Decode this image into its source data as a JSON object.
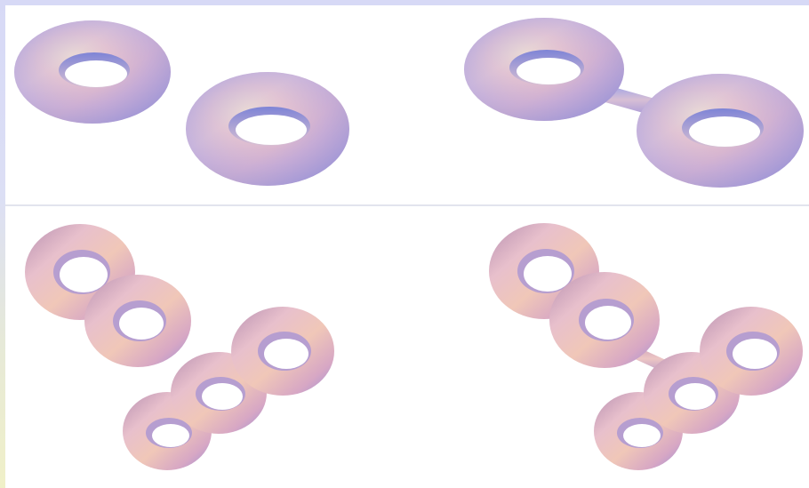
{
  "figure": {
    "panels": [
      {
        "id": "top-left",
        "description_key": "two-separate-tori"
      },
      {
        "id": "top-right",
        "description_key": "two-tori-joined-by-tube"
      },
      {
        "id": "bottom-left",
        "description_key": "five-separate-tori"
      },
      {
        "id": "bottom-right",
        "description_key": "five-tori-with-tube"
      }
    ],
    "colors": {
      "torus_blue": "#8c92e6",
      "torus_pink": "#e4b7c7",
      "torus_orange": "#e0a98a",
      "highlight": "#f4e8c8",
      "hole_fill": "#ffffff",
      "background_top": "#d7d9f6",
      "background_bottom": "#f0f0c8"
    }
  }
}
